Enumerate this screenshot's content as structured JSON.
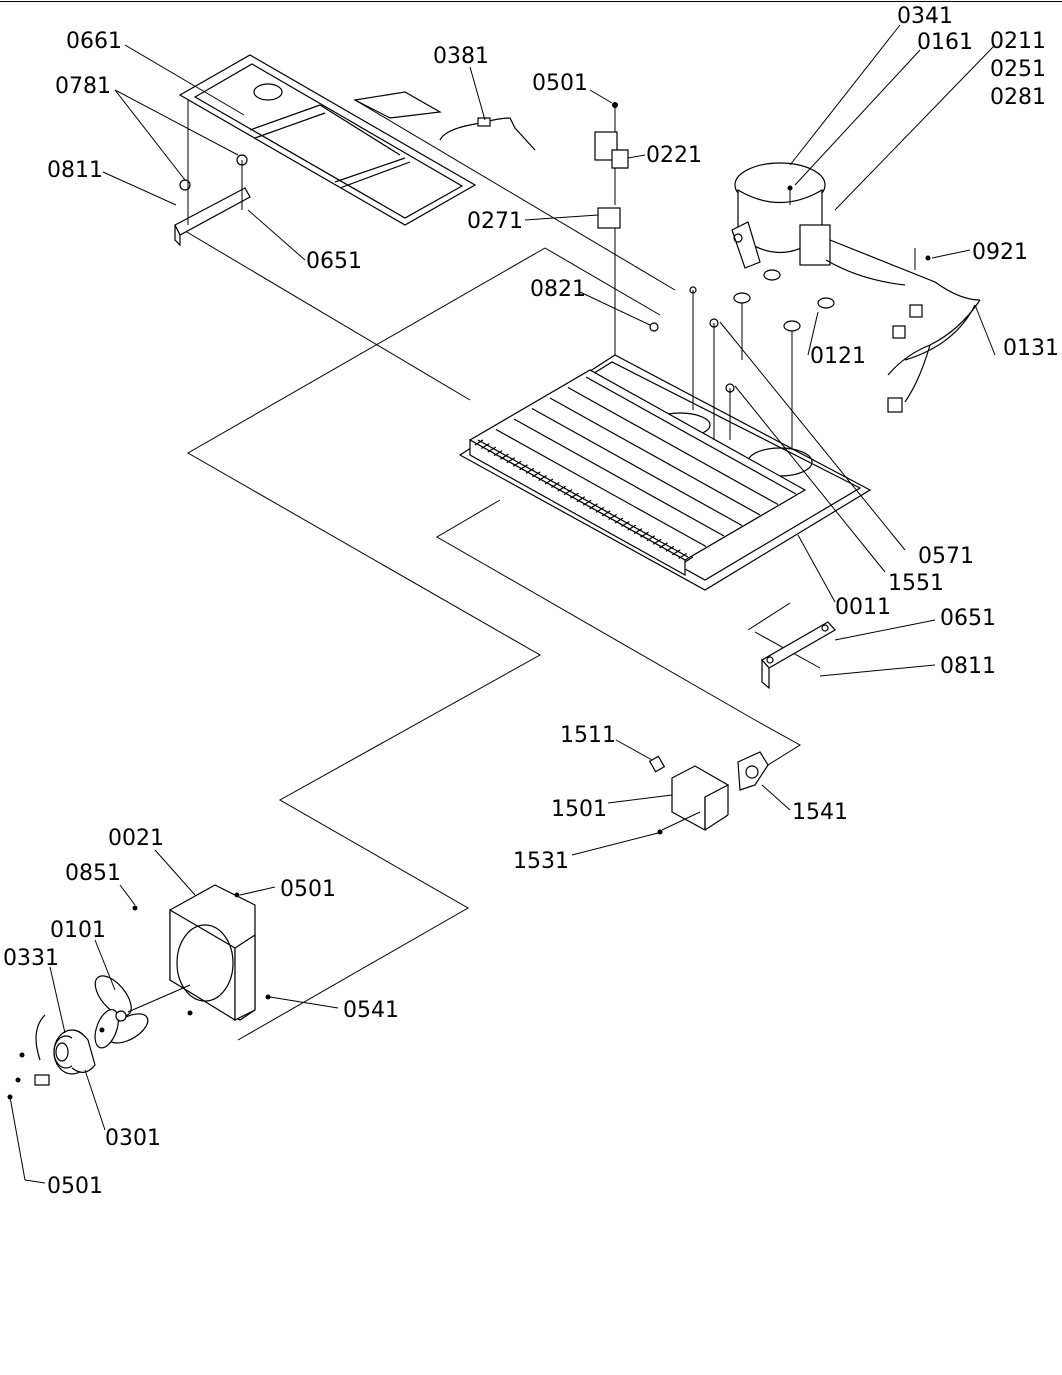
{
  "callouts": {
    "c0661": "0661",
    "c0781": "0781",
    "c0811a": "0811",
    "c0381": "0381",
    "c0501a": "0501",
    "c0221": "0221",
    "c0271": "0271",
    "c0651a": "0651",
    "c0341": "0341",
    "c0161": "0161",
    "c0211": "0211",
    "c0251": "0251",
    "c0281": "0281",
    "c0921": "0921",
    "c0821": "0821",
    "c0121": "0121",
    "c0131": "0131",
    "c0571": "0571",
    "c1551": "1551",
    "c0011": "0011",
    "c0651b": "0651",
    "c0811b": "0811",
    "c1511": "1511",
    "c1501": "1501",
    "c1541": "1541",
    "c1531": "1531",
    "c0021": "0021",
    "c0851": "0851",
    "c0501b": "0501",
    "c0101": "0101",
    "c0331": "0331",
    "c0541": "0541",
    "c0301": "0301",
    "c0501c": "0501"
  }
}
